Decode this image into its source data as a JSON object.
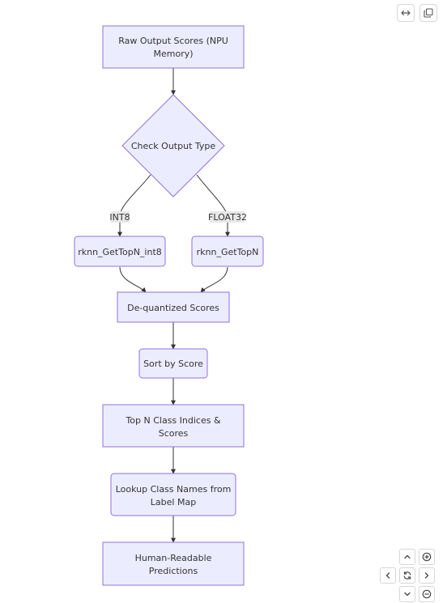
{
  "colors": {
    "node_fill": "#ECECFF",
    "node_stroke": "#9370DB",
    "edge": "#333333",
    "label_bg": "#E8E8E8"
  },
  "nodes": {
    "raw_output": {
      "lines": [
        "Raw Output Scores (NPU",
        "Memory)"
      ]
    },
    "check_type": {
      "lines": [
        "Check Output Type"
      ]
    },
    "topn_int8": {
      "lines": [
        "rknn_GetTopN_int8"
      ]
    },
    "topn": {
      "lines": [
        "rknn_GetTopN"
      ]
    },
    "dequantized": {
      "lines": [
        "De-quantized Scores"
      ]
    },
    "sort": {
      "lines": [
        "Sort by Score"
      ]
    },
    "topn_indices": {
      "lines": [
        "Top N Class Indices &",
        "Scores"
      ]
    },
    "lookup": {
      "lines": [
        "Lookup Class Names from",
        "Label Map"
      ]
    },
    "predictions": {
      "lines": [
        "Human-Readable",
        "Predictions"
      ]
    }
  },
  "edge_labels": {
    "int8": "INT8",
    "float32": "FLOAT32"
  },
  "controls": {
    "expand_icon": "horizontal-arrows-icon",
    "copy_icon": "copy-icon",
    "zoom_in_icon": "zoom-in-icon",
    "zoom_out_icon": "zoom-out-icon",
    "reset_icon": "reset-icon",
    "pan_up_icon": "chevron-up-icon",
    "pan_down_icon": "chevron-down-icon",
    "pan_left_icon": "chevron-left-icon",
    "pan_right_icon": "chevron-right-icon"
  }
}
